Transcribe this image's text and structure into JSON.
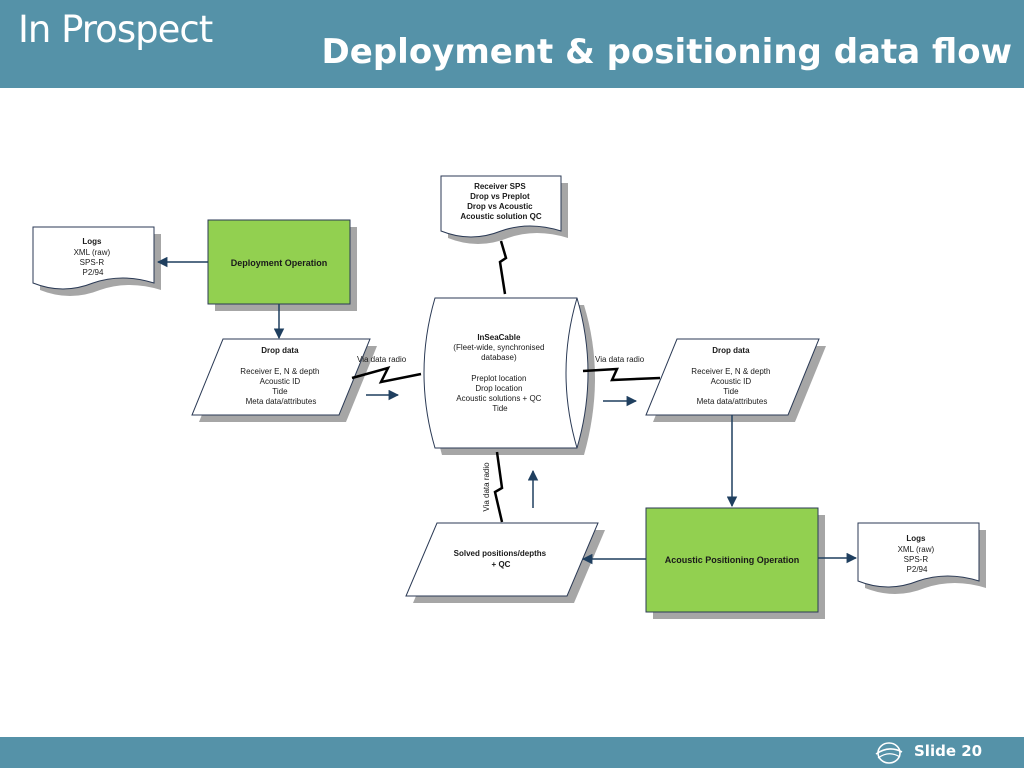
{
  "header": {
    "logo_text": "In Prospect",
    "title": "Deployment & positioning data flow"
  },
  "footer": {
    "slide_label": "Slide 20",
    "icon": "globe-icon"
  },
  "colors": {
    "header_bg": "#5592a8",
    "process_fill": "#92d050",
    "shadow": "#a6a6a6",
    "arrow": "#1f3f5f"
  },
  "diagram": {
    "qc_doc": {
      "lines": [
        "Receiver SPS",
        "Drop vs Preplot",
        "Drop vs Acoustic",
        "Acoustic solution QC"
      ]
    },
    "logs_top": {
      "title": "Logs",
      "lines": [
        "XML (raw)",
        "SPS-R",
        "P2/94"
      ]
    },
    "deployment_op": {
      "label": "Deployment Operation"
    },
    "drop_data_left": {
      "title": "Drop data",
      "lines": [
        "Receiver  E, N & depth",
        "Acoustic ID",
        "Tide",
        "Meta data/attributes"
      ]
    },
    "database": {
      "title": "InSeaCable",
      "lines": [
        "(Fleet-wide, synchronised",
        "database)",
        "",
        "Preplot location",
        "Drop location",
        "Acoustic solutions + QC",
        "Tide"
      ]
    },
    "drop_data_right": {
      "title": "Drop data",
      "lines": [
        "Receiver  E, N & depth",
        "Acoustic ID",
        "Tide",
        "Meta data/attributes"
      ]
    },
    "acoustic_op": {
      "label": "Acoustic Positioning Operation"
    },
    "solved": {
      "lines": [
        "Solved positions/depths",
        "+ QC"
      ]
    },
    "logs_bottom": {
      "title": "Logs",
      "lines": [
        "XML (raw)",
        "SPS-R",
        "P2/94"
      ]
    },
    "radio_label_left": "Via data radio",
    "radio_label_right": "Via data radio",
    "radio_label_vertical": "Via data radio"
  }
}
